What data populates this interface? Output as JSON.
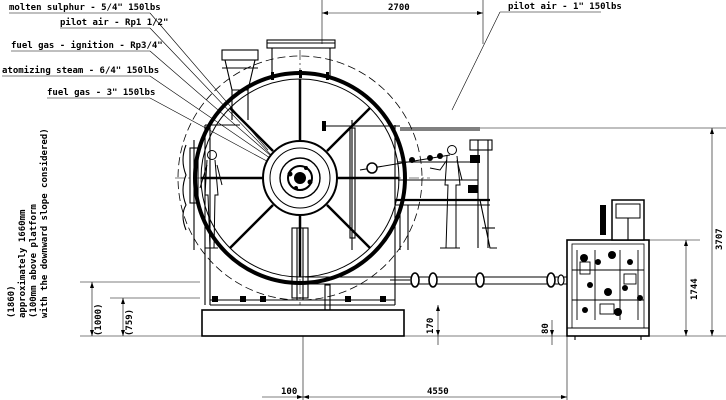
{
  "labels": {
    "molten_sulphur": "molten sulphur - 5/4\" 150lbs",
    "pilot_air_left": "pilot air - Rp1 1/2\"",
    "fuel_gas_ignition": "fuel gas - ignition - Rp3/4\"",
    "atomizing_steam": "atomizing steam - 6/4\" 150lbs",
    "fuel_gas": "fuel gas - 3\" 150lbs",
    "pilot_air_right": "pilot air - 1\" 150lbs",
    "vertical_note_1": "(1860)",
    "vertical_note_2": "approximately 1660mm",
    "vertical_note_3": "(100mm above platform",
    "vertical_note_4": "with the downward slope considered)"
  },
  "dimensions": {
    "top_width": "2700",
    "overall_height": "3707",
    "skid_height": "1744",
    "left_1000": "(1000)",
    "left_759": "(759)",
    "dim_170": "170",
    "dim_80": "80",
    "bottom_100": "100",
    "bottom_4550": "4550"
  }
}
